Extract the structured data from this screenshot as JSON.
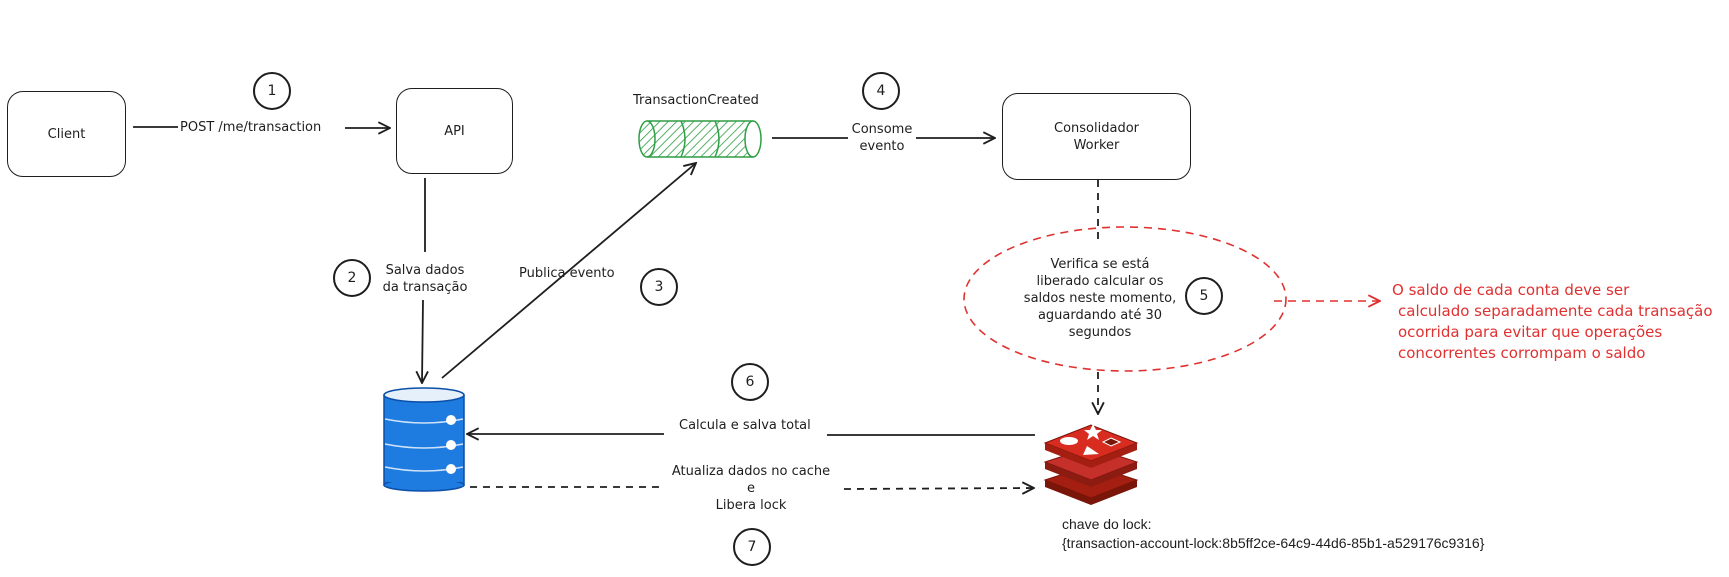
{
  "nodes": {
    "client": "Client",
    "api": "API",
    "queue_label": "TransactionCreated",
    "worker_line1": "Consolidador",
    "worker_line2": "Worker"
  },
  "edges": {
    "post": "POST /me/transaction",
    "consome_line1": "Consome",
    "consome_line2": "evento",
    "salva_line1": "Salva dados",
    "salva_line2": "da transação",
    "publica": "Publica evento",
    "calcula": "Calcula e salva total",
    "atualiza_line1": "Atualiza dados no cache",
    "atualiza_line2": "e",
    "atualiza_line3": "Libera lock"
  },
  "lock_check": {
    "line1": "Verifica se está",
    "line2": "liberado calcular os",
    "line3": "saldos neste momento,",
    "line4": "aguardando até 30",
    "line5": "segundos"
  },
  "steps": [
    "1",
    "2",
    "3",
    "4",
    "5",
    "6",
    "7"
  ],
  "note": {
    "line1": "O saldo de cada conta deve ser",
    "line2": "calculado separadamente cada transação",
    "line3": "ocorrida para evitar que operações",
    "line4": "concorrentes corrompam o saldo"
  },
  "lock_key": {
    "line1": "chave do lock:",
    "line2": "{transaction-account-lock:8b5ff2ce-64c9-44d6-85b1-a529176c9316}"
  },
  "colors": {
    "stroke": "#1e1e1e",
    "queue": "#2f9e44",
    "database": "#1e7be0",
    "cache": "#c92a2a",
    "note": "#e03131"
  },
  "icons": {
    "queue": "queue-cylinder-icon",
    "database": "database-icon",
    "cache": "redis-cache-icon"
  }
}
